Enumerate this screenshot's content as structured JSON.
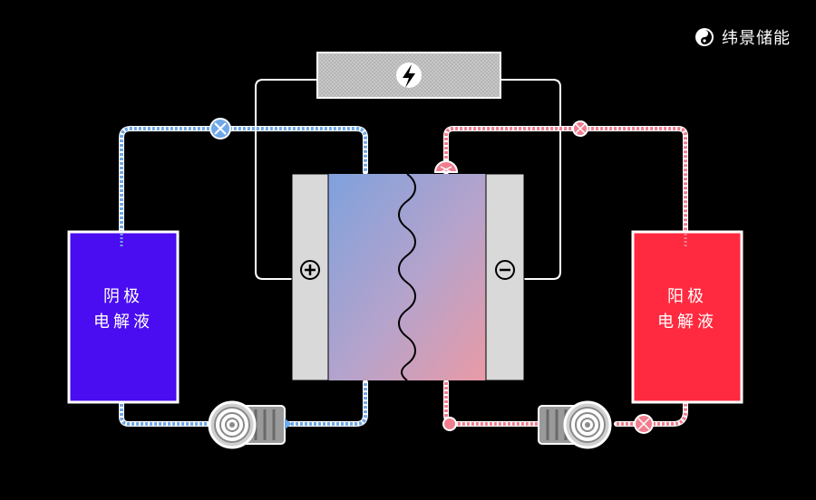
{
  "brand": {
    "name": "纬景储能",
    "icon": "logo-swirl-icon"
  },
  "cathode_tank": {
    "line1": "阴极",
    "line2": "电解液",
    "color": "#4a0cf0"
  },
  "anode_tank": {
    "line1": "阳极",
    "line2": "电解液",
    "color": "#ff2a3f"
  },
  "load": {
    "icon": "lightning-bolt-icon"
  },
  "electrodes": {
    "positive_icon": "plus-circle-icon",
    "negative_icon": "minus-circle-icon"
  },
  "colors": {
    "background": "#000000",
    "pipe_blue": "#6fa8e8",
    "pipe_red": "#f07e8f",
    "wire": "#ffffff",
    "electrode": "#d9d9d9",
    "membrane": "#000000"
  }
}
